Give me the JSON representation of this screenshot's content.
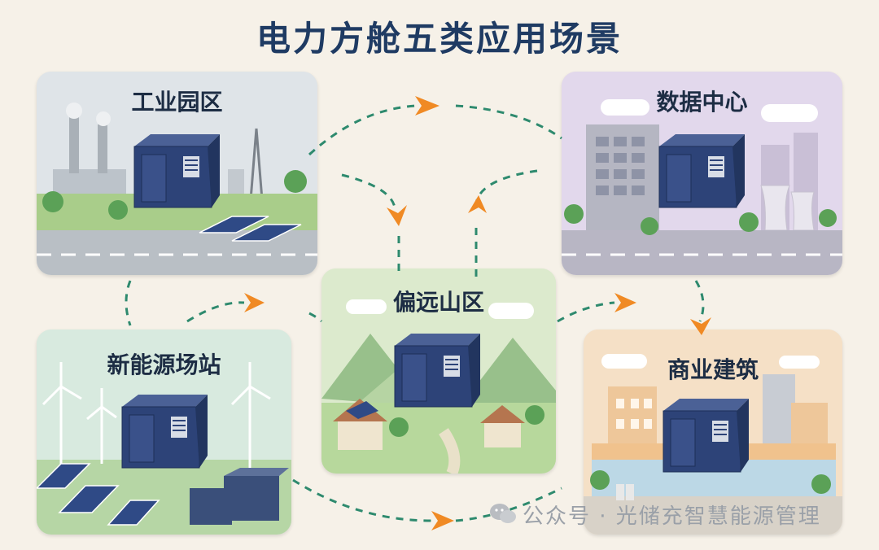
{
  "title": "电力方舱五类应用场景",
  "scenes": {
    "industrial": {
      "label": "工业园区",
      "icon": "factory-icon"
    },
    "datacenter": {
      "label": "数据中心",
      "icon": "server-icon"
    },
    "remote": {
      "label": "偏远山区",
      "icon": "mountain-icon"
    },
    "renewable": {
      "label": "新能源场站",
      "icon": "wind-turbine-icon"
    },
    "commercial": {
      "label": "商业建筑",
      "icon": "building-icon"
    }
  },
  "watermark": {
    "text": "公众号 · 光储充智慧能源管理",
    "icon": "wechat-icon"
  },
  "colors": {
    "title": "#1f3b63",
    "arrow_dash": "#2e8a6e",
    "arrow_head": "#f08a24",
    "cabinet": "#2d4378",
    "industrial_bg": "#d7dde3",
    "datacenter_bg": "#ddd3e8",
    "remote_bg": "#d9e8cc",
    "renewable_bg": "#d5e8dd",
    "commercial_bg": "#f3dcc0"
  }
}
